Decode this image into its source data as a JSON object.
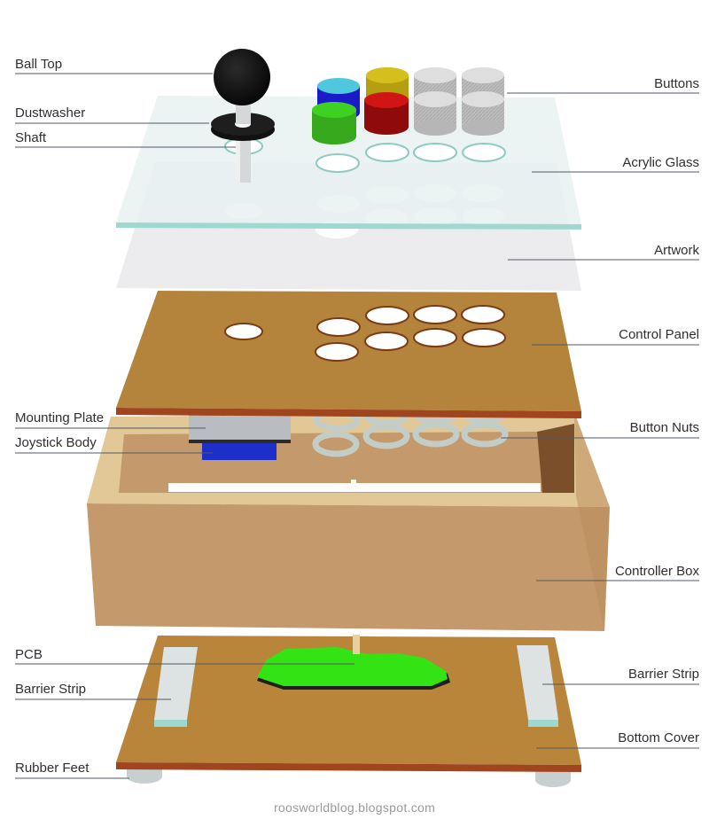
{
  "labels": {
    "ball_top": "Ball Top",
    "dustwasher": "Dustwasher",
    "shaft": "Shaft",
    "mounting_plate": "Mounting Plate",
    "joystick_body": "Joystick Body",
    "pcb": "PCB",
    "barrier_strip_left": "Barrier Strip",
    "rubber_feet": "Rubber Feet",
    "buttons": "Buttons",
    "acrylic_glass": "Acrylic Glass",
    "artwork": "Artwork",
    "control_panel": "Control Panel",
    "button_nuts": "Button Nuts",
    "controller_box": "Controller Box",
    "barrier_strip_right": "Barrier Strip",
    "bottom_cover": "Bottom Cover"
  },
  "credit": "roosworldblog.blogspot.com",
  "colors": {
    "wood": "#b5843c",
    "wood_edge": "#a0451e",
    "box_front": "#c4996b",
    "box_rim": "#e2c896",
    "glass": "#e7f1f1",
    "glass_edge": "#9fd8cf",
    "artwork": "#ececee",
    "pcb": "#33e314",
    "button_cyan": "#4fc7dd",
    "button_yellow": "#d4bf1c",
    "button_red": "#d11414",
    "button_green": "#3fbf22",
    "button_gray": "#cfcfcf",
    "leader_line": "#4f5a66"
  }
}
